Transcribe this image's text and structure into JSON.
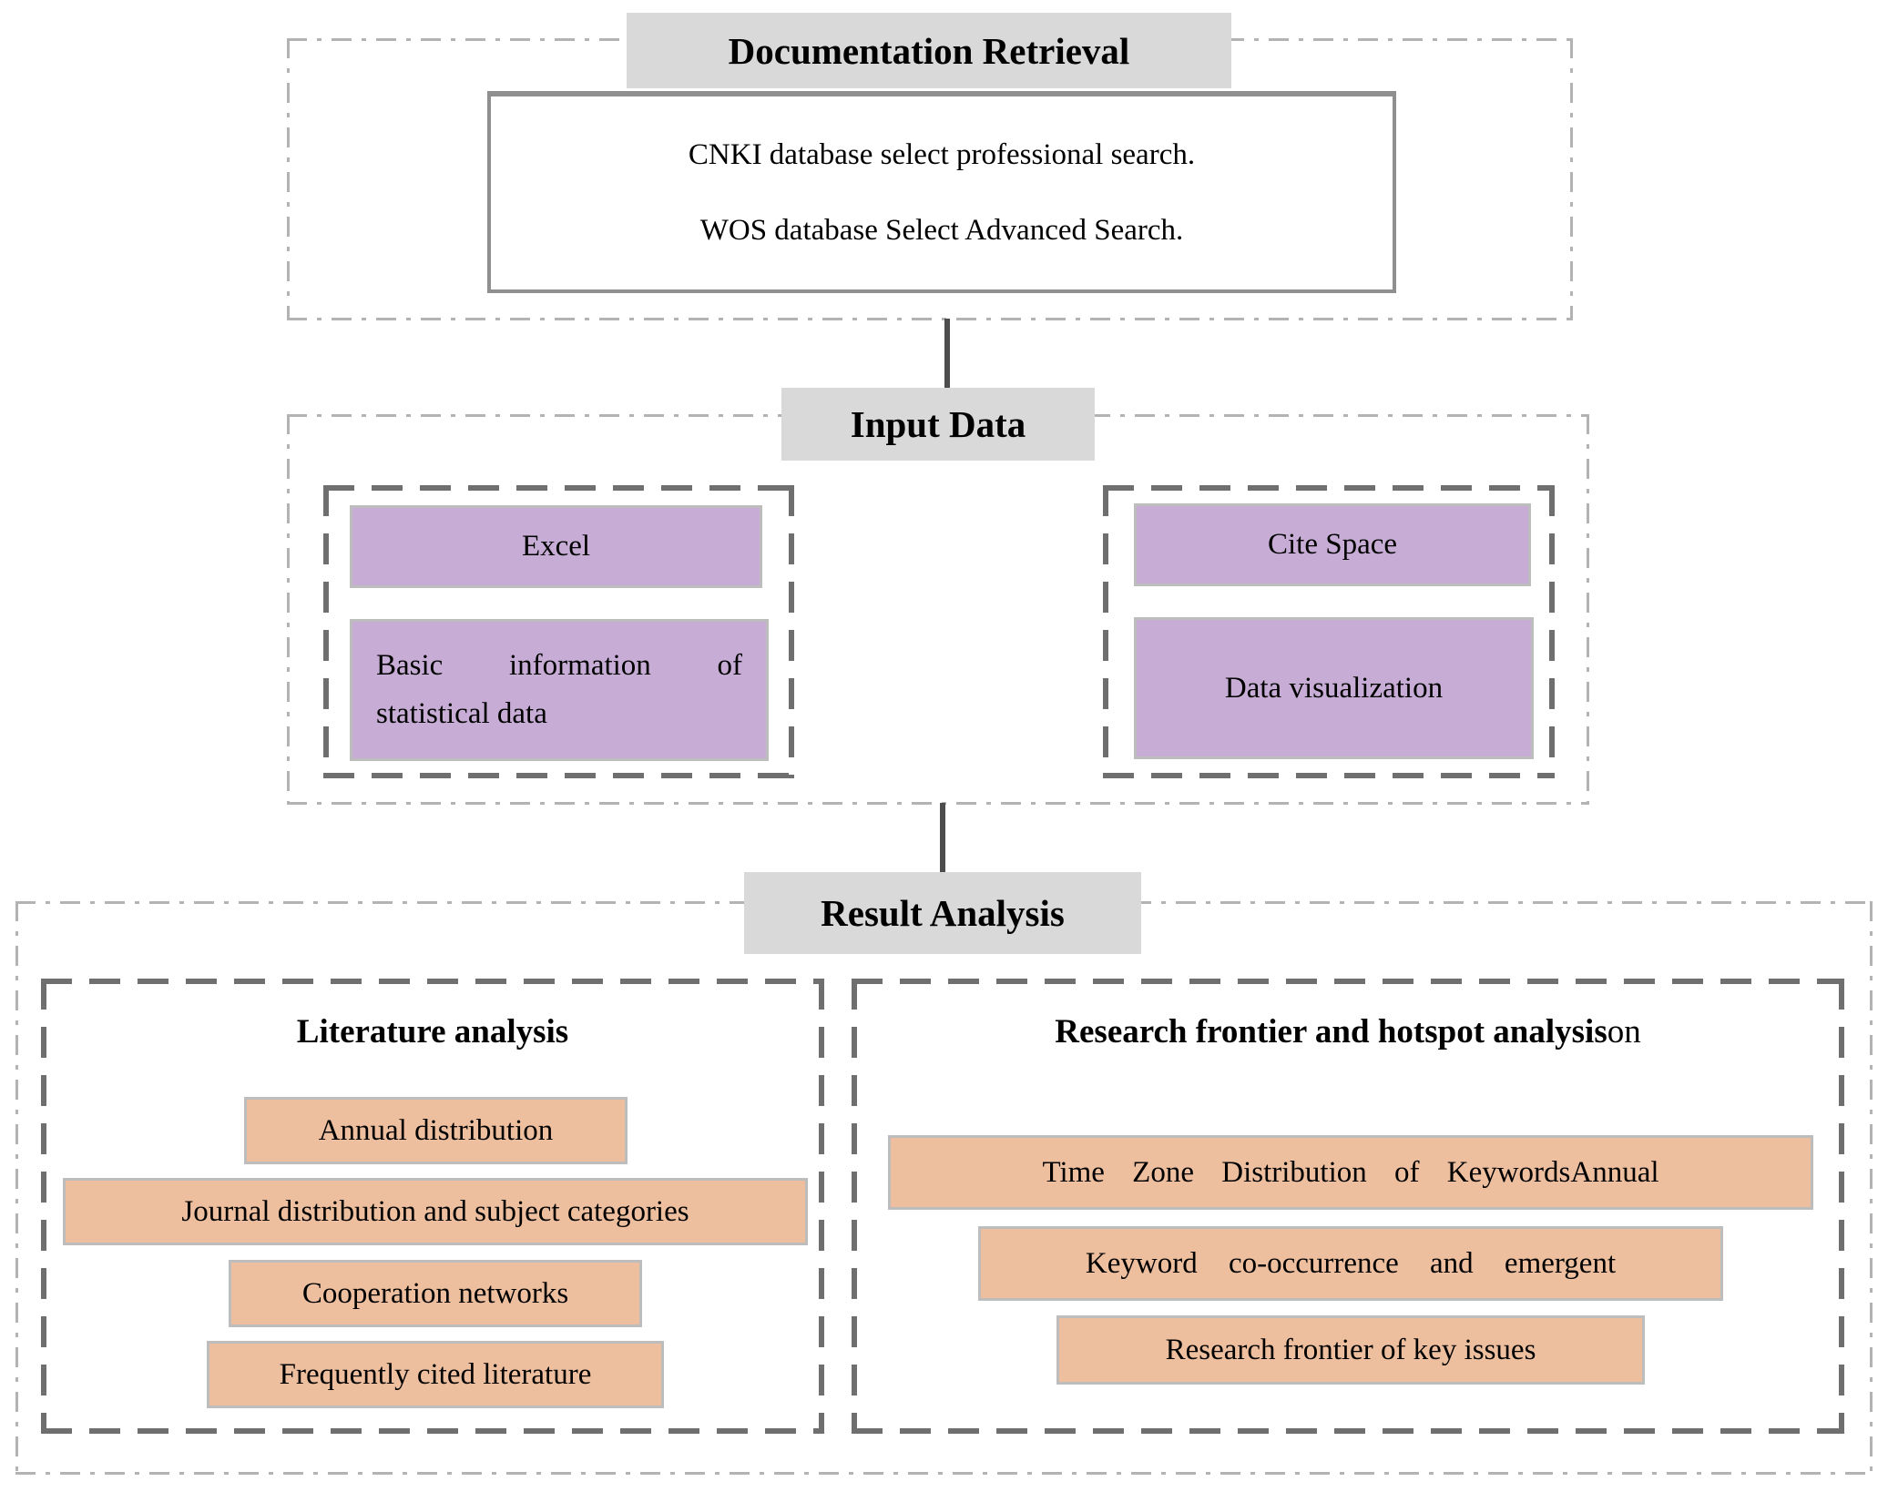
{
  "colors": {
    "header_bg": "#d9d9d9",
    "purple": "#c7add5",
    "peach": "#eebf9e",
    "box_border": "#bdbdbd",
    "dash_dark": "#6f6f6f",
    "dash_light": "#b3b3b3",
    "solid_border": "#8f8f8f",
    "connector": "#4d4d4d"
  },
  "documentation_retrieval": {
    "title": "Documentation Retrieval",
    "line1": "CNKI database select professional search.",
    "line2": "WOS database Select Advanced Search."
  },
  "input_data": {
    "title": "Input Data",
    "left": {
      "excel": "Excel",
      "basic_info": "Basic information of statistical data"
    },
    "right": {
      "cite_space": "Cite Space",
      "data_visualization": "Data visualization"
    }
  },
  "result_analysis": {
    "title": "Result Analysis",
    "literature": {
      "title": "Literature analysis",
      "items": [
        "Annual distribution",
        "Journal distribution and subject categories",
        "Cooperation networks",
        "Frequently cited literature"
      ]
    },
    "frontier": {
      "title_bold": "Research frontier and hotspot analysis",
      "title_suffix": "on",
      "items": [
        "Time Zone Distribution of KeywordsAnnual",
        "Keyword co-occurrence and emergent",
        "Research frontier of key issues"
      ]
    }
  }
}
